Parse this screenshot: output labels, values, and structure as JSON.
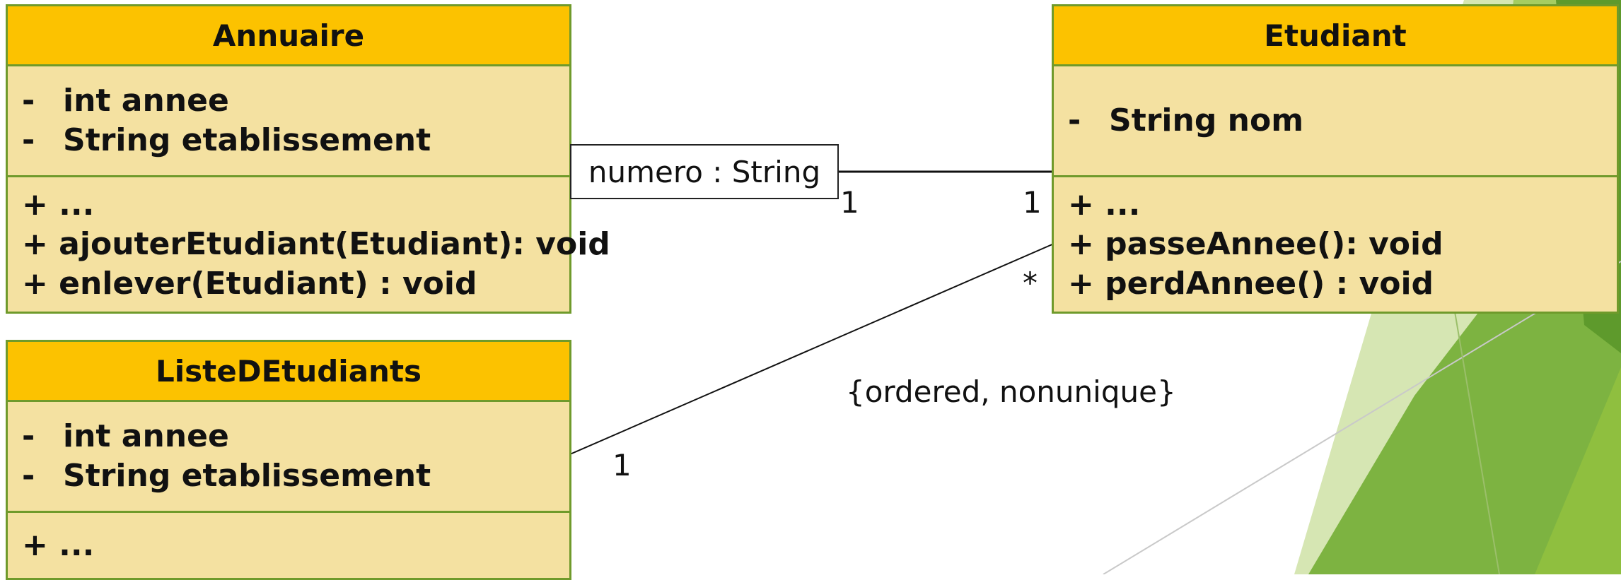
{
  "colors": {
    "header": "#fcc200",
    "body": "#f4e1a1",
    "border": "#6f9a2b",
    "decor_green": [
      "#d6e6b3",
      "#a5cd61",
      "#7db341",
      "#5e9a2c",
      "#8fbf3f"
    ]
  },
  "classes": {
    "annuaire": {
      "name": "Annuaire",
      "attributes": [
        {
          "vis": "-",
          "text": "int annee"
        },
        {
          "vis": "-",
          "text": "String etablissement"
        }
      ],
      "operations": [
        "+ ...",
        "+ ajouterEtudiant(Etudiant): void",
        "+ enlever(Etudiant) : void"
      ]
    },
    "etudiant": {
      "name": "Etudiant",
      "attributes": [
        {
          "vis": "-",
          "text": "String nom"
        }
      ],
      "operations": [
        "+ ...",
        "+ passeAnnee(): void",
        "+ perdAnnee() : void"
      ]
    },
    "liste": {
      "name": "ListeDEtudiants",
      "attributes": [
        {
          "vis": "-",
          "text": "int annee"
        },
        {
          "vis": "-",
          "text": "String etablissement"
        }
      ],
      "operations": [
        "+ ..."
      ]
    }
  },
  "associations": {
    "qualified": {
      "qualifier": "numero : String",
      "mult_source": "1",
      "mult_target": "1"
    },
    "ordered": {
      "mult_source": "1",
      "mult_target": "*",
      "constraint": "{ordered, nonunique}"
    }
  }
}
